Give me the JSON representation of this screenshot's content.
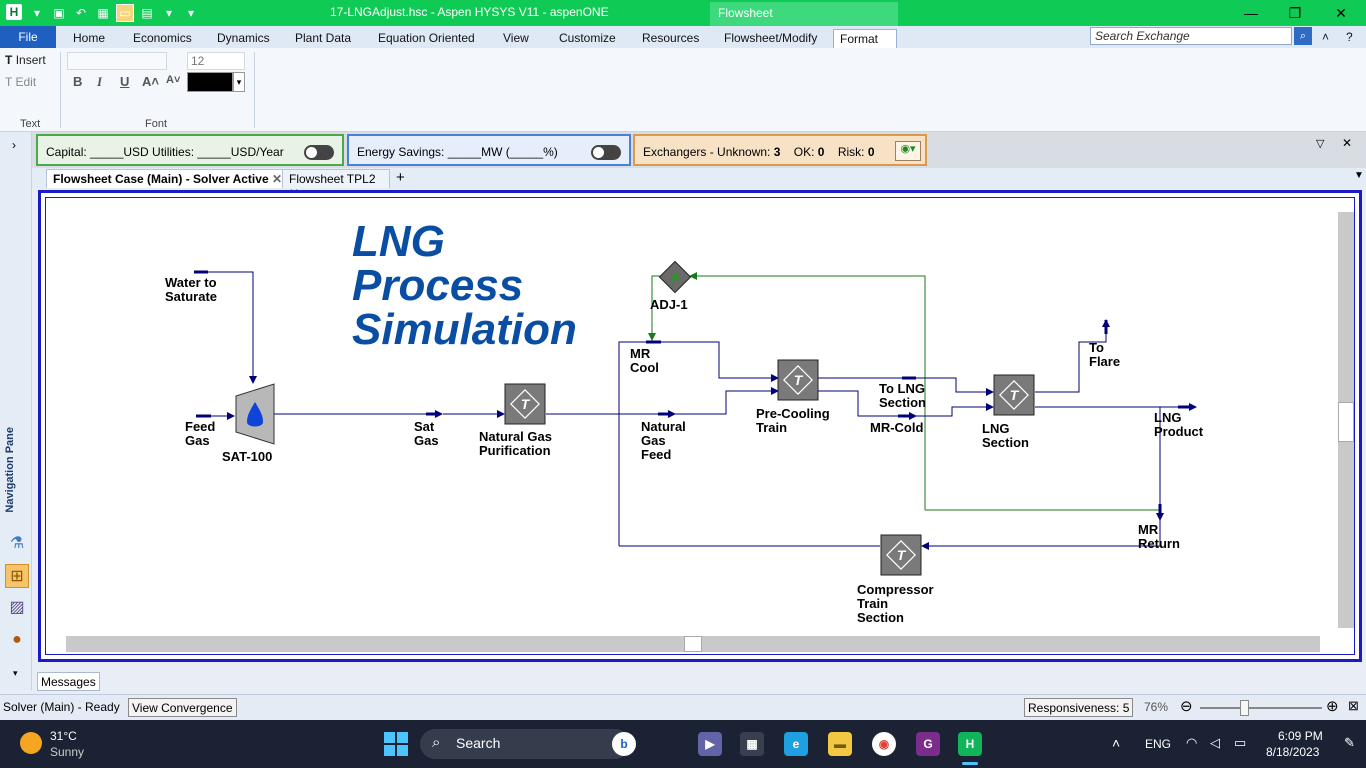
{
  "window": {
    "title": "17-LNGAdjust.hsc - Aspen HYSYS V11 - aspenONE",
    "context_tab": "Flowsheet",
    "minimize": "—",
    "maximize": "❐",
    "close": "✕"
  },
  "ribbon_tabs": [
    "File",
    "Home",
    "Economics",
    "Dynamics",
    "Plant Data",
    "Equation Oriented",
    "View",
    "Customize",
    "Resources",
    "Flowsheet/Modify",
    "Format"
  ],
  "search": {
    "placeholder": "Search Exchange"
  },
  "ribbon": {
    "insert_label": "Insert",
    "edit_label": "Edit",
    "text_group_label": "Text",
    "font_group_label": "Font",
    "font_size": "12",
    "bold": "B",
    "italic": "I",
    "underline": "U",
    "grow": "A˄",
    "shrink": "A˅",
    "font_color": "#000000"
  },
  "exchanger_bar": {
    "capital": "Capital: _____USD   Utilities: _____USD/Year",
    "energy": "Energy Savings: _____MW    (_____%)",
    "exchangers": "Exchangers -   Unknown:",
    "unknown_count": "3",
    "ok_label": "OK:",
    "ok_count": "0",
    "risk_label": "Risk:",
    "risk_count": "0"
  },
  "nav": {
    "label": "Navigation Pane"
  },
  "doc_tabs": [
    {
      "label": "Flowsheet Case (Main) - Solver Active"
    },
    {
      "label": "Flowsheet TPL2"
    }
  ],
  "flowsheet": {
    "title_line1": "LNG",
    "title_line2": "Process",
    "title_line3": "Simulation",
    "labels": {
      "water_to_saturate": "Water to\nSaturate",
      "feed_gas": "Feed\nGas",
      "sat100": "SAT-100",
      "sat_gas": "Sat\nGas",
      "ng_purification": "Natural Gas\nPurification",
      "adj1": "ADJ-1",
      "mr_cool": "MR\nCool",
      "ng_feed": "Natural\nGas\nFeed",
      "precooling": "Pre-Cooling\nTrain",
      "to_lng_section": "To LNG\nSection",
      "mr_cold": "MR-Cold",
      "lng_section": "LNG\nSection",
      "to_flare": "To\nFlare",
      "lng_product": "LNG\nProduct",
      "mr_return": "MR\nReturn",
      "compressor_train": "Compressor\nTrain\nSection"
    },
    "op_glyph": "T",
    "adj_glyph": "A"
  },
  "messages_tab": "Messages",
  "status": {
    "solver": "Solver (Main) - Ready",
    "view_convergence": "View Convergence",
    "responsiveness": "Responsiveness: 5",
    "zoom": "76%",
    "zoom_minus": "⊖",
    "zoom_plus": "⊕"
  },
  "taskbar": {
    "weather_temp": "31°C",
    "weather_desc": "Sunny",
    "search": "Search",
    "lang": "ENG",
    "time": "6:09 PM",
    "date": "8/18/2023"
  },
  "colors": {
    "title_green": "#0fcb55",
    "stream_blue": "#00007a",
    "signal_green": "#1a7a1a",
    "frame_blue": "#1a1ac8"
  }
}
